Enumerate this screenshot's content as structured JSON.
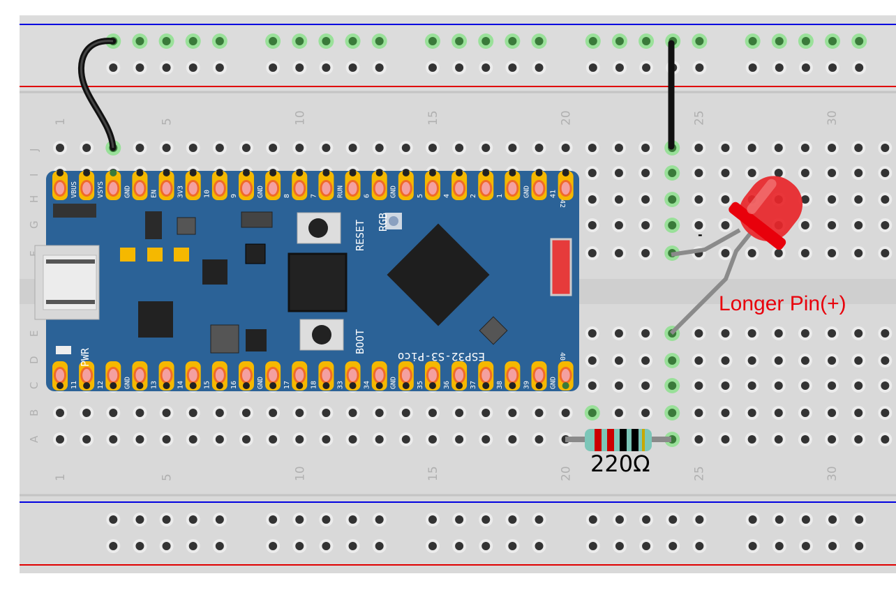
{
  "breadboard": {
    "row_letters_top": [
      "J",
      "I",
      "H",
      "G",
      "F"
    ],
    "row_letters_bottom": [
      "E",
      "D",
      "C",
      "B",
      "A"
    ],
    "column_numbers": [
      "1",
      "5",
      "10",
      "15",
      "20",
      "25",
      "30"
    ],
    "colors": {
      "board": "#d9d9d9",
      "rail_positive": "#e00000",
      "rail_negative": "#0000e0",
      "hole": "#333333",
      "connected": "#7ee27e"
    }
  },
  "module": {
    "name": "ESP32-S3-Pico",
    "top_pins": [
      "VBUS",
      "VSYS",
      "GND",
      "EN",
      "3V3",
      "10",
      "9",
      "GND",
      "8",
      "7",
      "RUN",
      "6",
      "GND",
      "5",
      "4",
      "2",
      "1",
      "GND",
      "41"
    ],
    "top_corner_pin": "42",
    "bottom_pins": [
      "11",
      "12",
      "GND",
      "13",
      "14",
      "15",
      "16",
      "GND",
      "17",
      "18",
      "33",
      "34",
      "GND",
      "35",
      "36",
      "37",
      "38",
      "39",
      "GND"
    ],
    "bottom_corner_pin": "40",
    "reset_label": "RESET",
    "boot_label": "BOOT",
    "rgb_label": "RGB",
    "pwr_label": "PWR",
    "colors": {
      "pcb": "#2b6297",
      "header": "#f5b800",
      "pad": "#f4a0a0"
    }
  },
  "led": {
    "color": "#e8262a",
    "cathode_mark": "-",
    "annotation": "Longer Pin(+)",
    "annotation_color": "#e8000b"
  },
  "resistor": {
    "label": "220Ω",
    "bands": [
      "#cc0000",
      "#cc0000",
      "#000000",
      "#000000",
      "#c8a800"
    ]
  }
}
